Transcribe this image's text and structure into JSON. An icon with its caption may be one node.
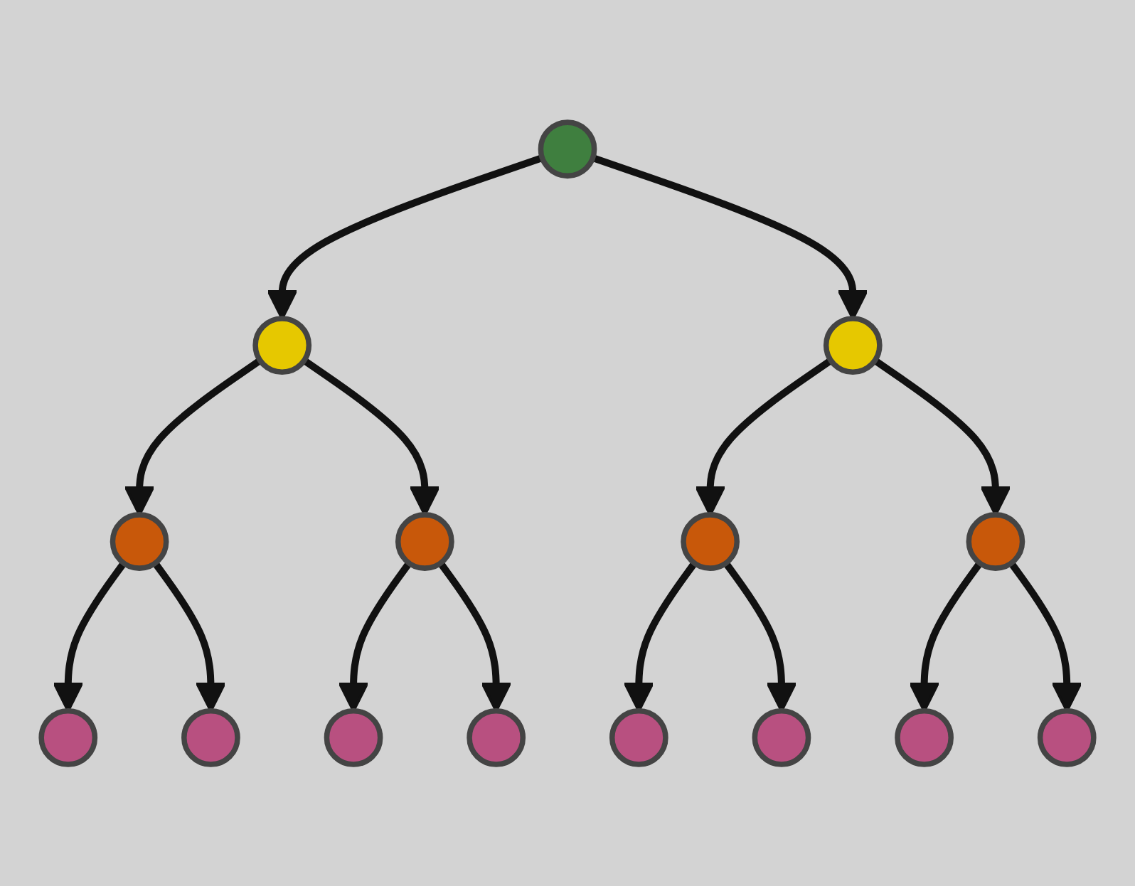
{
  "diagram": {
    "nodes": [
      {
        "text": [],
        "shape": "circle"
      },
      {
        "text": [],
        "shape": "circle"
      },
      {
        "text": [],
        "shape": "circle"
      },
      {
        "text": [],
        "shape": "circle"
      },
      {
        "text": [],
        "shape": "circle"
      },
      {
        "text": [],
        "shape": "circle"
      },
      {
        "text": [],
        "shape": "circle"
      },
      {
        "text": [],
        "shape": "circle"
      },
      {
        "text": [],
        "shape": "circle"
      },
      {
        "text": [],
        "shape": "circle"
      },
      {
        "text": [],
        "shape": "circle"
      },
      {
        "text": [],
        "shape": "circle"
      },
      {
        "text": [],
        "shape": "circle"
      },
      {
        "text": [],
        "shape": "circle"
      },
      {
        "text": [],
        "shape": "circle"
      }
    ],
    "edges": [
      {
        "from": 0,
        "to": 1,
        "arrow": "to"
      },
      {
        "from": 0,
        "to": 2,
        "arrow": "to"
      },
      {
        "from": 1,
        "to": 3,
        "arrow": "to"
      },
      {
        "from": 1,
        "to": 4,
        "arrow": "to"
      },
      {
        "from": 2,
        "to": 5,
        "arrow": "to"
      },
      {
        "from": 2,
        "to": 6,
        "arrow": "to"
      },
      {
        "from": 3,
        "to": 7,
        "arrow": "to"
      },
      {
        "from": 3,
        "to": 8,
        "arrow": "to"
      },
      {
        "from": 4,
        "to": 9,
        "arrow": "to"
      },
      {
        "from": 4,
        "to": 10,
        "arrow": "to"
      },
      {
        "from": 5,
        "to": 11,
        "arrow": "to"
      },
      {
        "from": 5,
        "to": 12,
        "arrow": "to"
      },
      {
        "from": 6,
        "to": 13,
        "arrow": "to"
      },
      {
        "from": 6,
        "to": 14,
        "arrow": "to"
      }
    ]
  }
}
